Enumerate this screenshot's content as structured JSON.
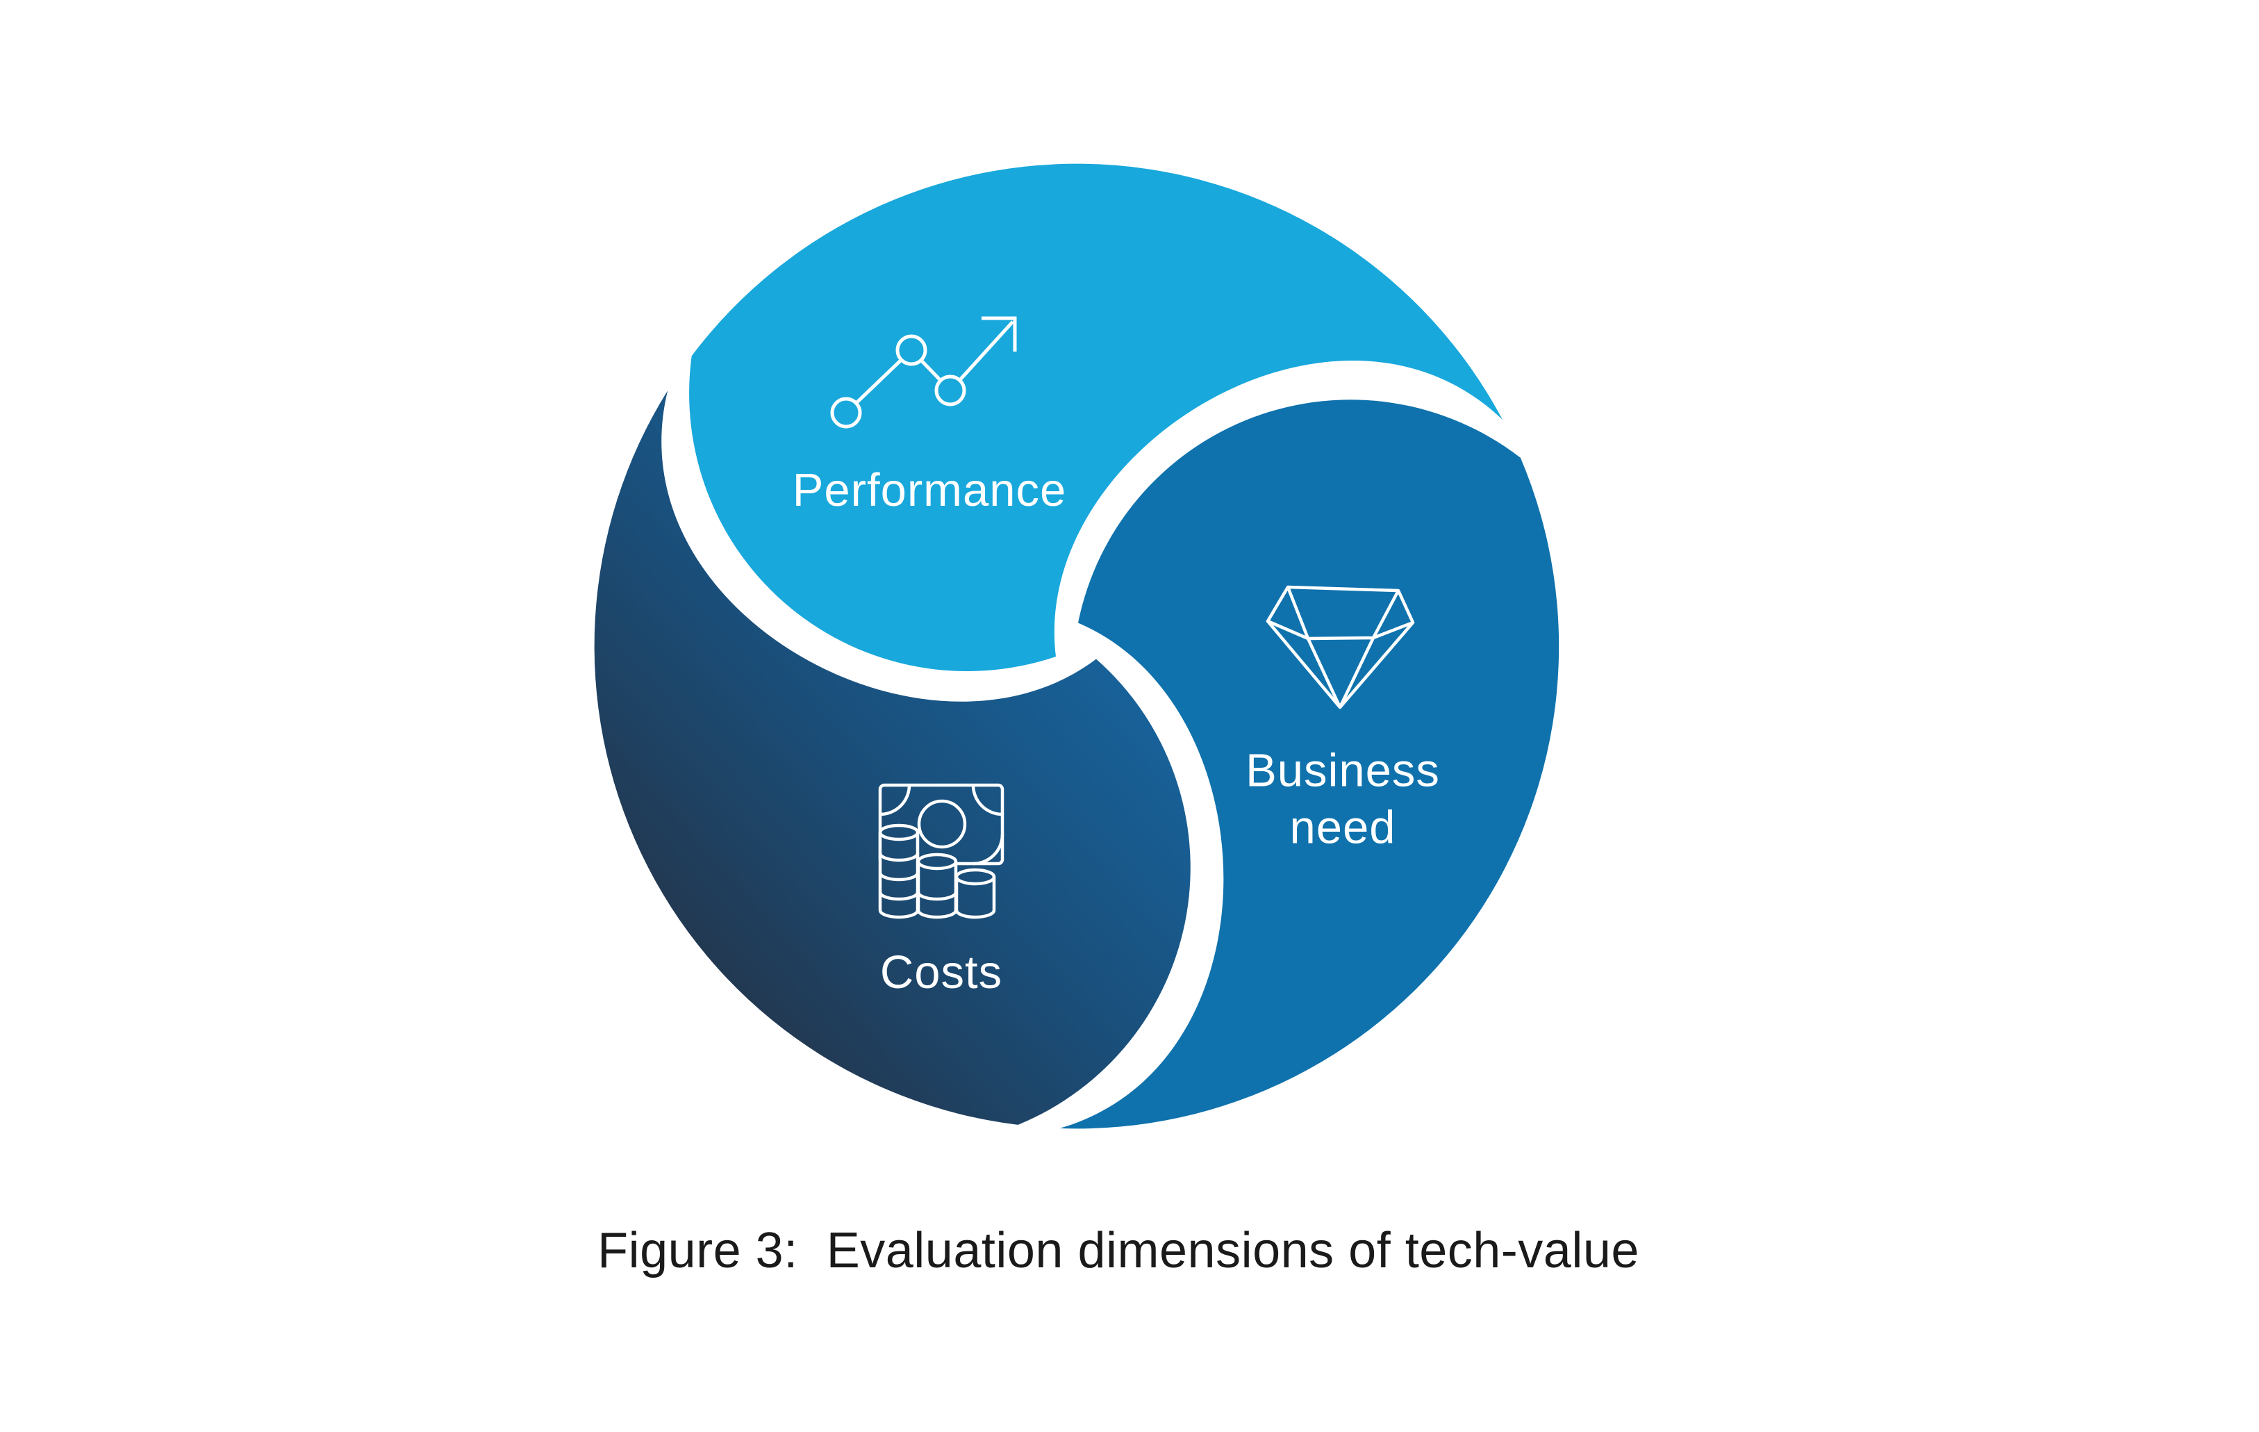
{
  "page": {
    "background_color": "#ffffff"
  },
  "diagram": {
    "type": "three-segment-swirl",
    "label_color": "#ffffff",
    "segments": [
      {
        "id": "performance",
        "label": "Performance",
        "icon": "growth-chart-icon",
        "color": "#18A8DC"
      },
      {
        "id": "business-need",
        "label": "Business need",
        "icon": "diamond-icon",
        "color": "#0F72AD"
      },
      {
        "id": "costs",
        "label": "Costs",
        "icon": "banknote-coins-icon",
        "color_dark": "#262E3E",
        "color_mid": "#1A4E79",
        "color_light": "#17659F"
      }
    ]
  },
  "caption": {
    "text": "Figure 3:  Evaluation dimensions of tech-value",
    "color": "#1a1a1a"
  }
}
